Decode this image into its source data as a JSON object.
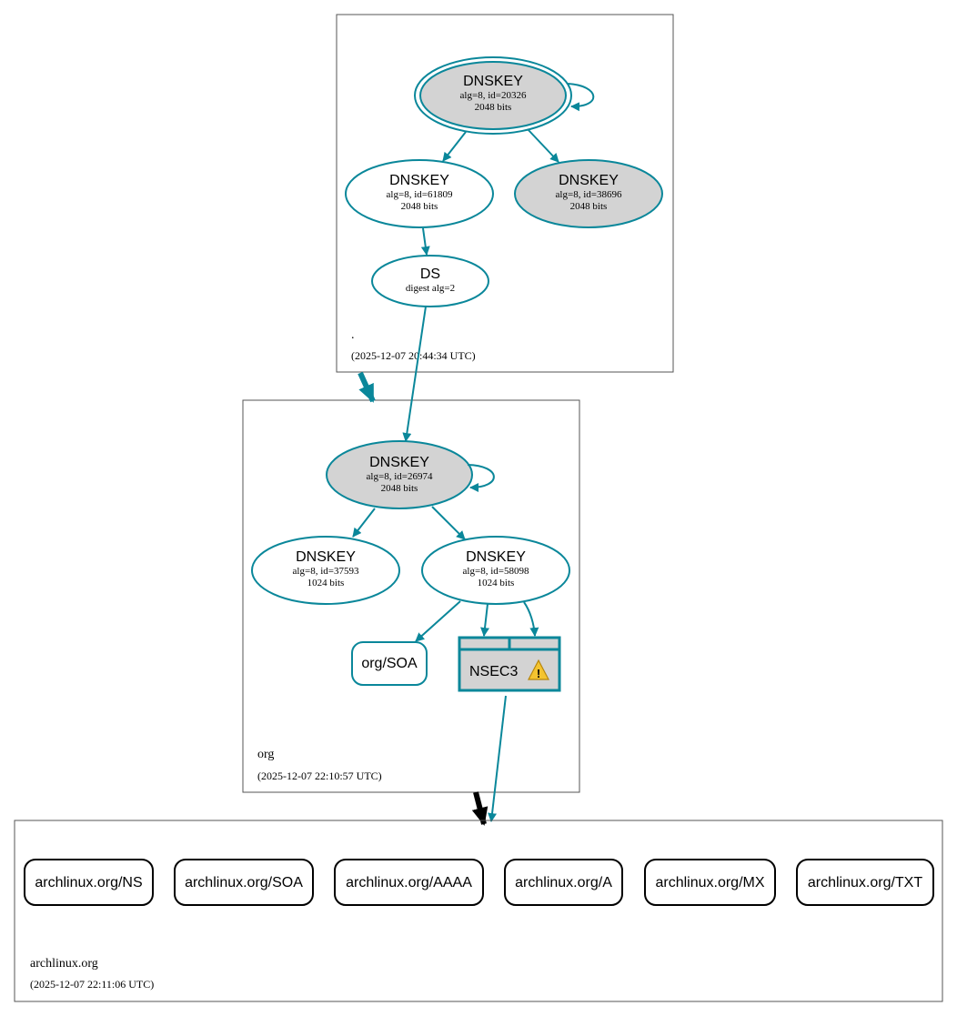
{
  "colors": {
    "edge": "#0a879a",
    "node_fill_ksk": "#d3d3d3",
    "node_fill": "#ffffff",
    "black": "#000000",
    "zone_border": "#555555",
    "warning_fill": "#f4c430"
  },
  "zones": {
    "root": {
      "name": ".",
      "timestamp": "(2025-12-07 20:44:34 UTC)"
    },
    "org": {
      "name": "org",
      "timestamp": "(2025-12-07 22:10:57 UTC)"
    },
    "archlinux": {
      "name": "archlinux.org",
      "timestamp": "(2025-12-07 22:11:06 UTC)"
    }
  },
  "nodes": {
    "root_ksk": {
      "title": "DNSKEY",
      "line1": "alg=8, id=20326",
      "line2": "2048 bits"
    },
    "root_zsk1": {
      "title": "DNSKEY",
      "line1": "alg=8, id=61809",
      "line2": "2048 bits"
    },
    "root_zsk2": {
      "title": "DNSKEY",
      "line1": "alg=8, id=38696",
      "line2": "2048 bits"
    },
    "root_ds": {
      "title": "DS",
      "line1": "digest alg=2"
    },
    "org_ksk": {
      "title": "DNSKEY",
      "line1": "alg=8, id=26974",
      "line2": "2048 bits"
    },
    "org_zsk1": {
      "title": "DNSKEY",
      "line1": "alg=8, id=37593",
      "line2": "1024 bits"
    },
    "org_zsk2": {
      "title": "DNSKEY",
      "line1": "alg=8, id=58098",
      "line2": "1024 bits"
    },
    "org_soa": {
      "label": "org/SOA"
    },
    "org_nsec3": {
      "label": "NSEC3",
      "icon": "warning-icon"
    }
  },
  "records": [
    "archlinux.org/NS",
    "archlinux.org/SOA",
    "archlinux.org/AAAA",
    "archlinux.org/A",
    "archlinux.org/MX",
    "archlinux.org/TXT"
  ]
}
